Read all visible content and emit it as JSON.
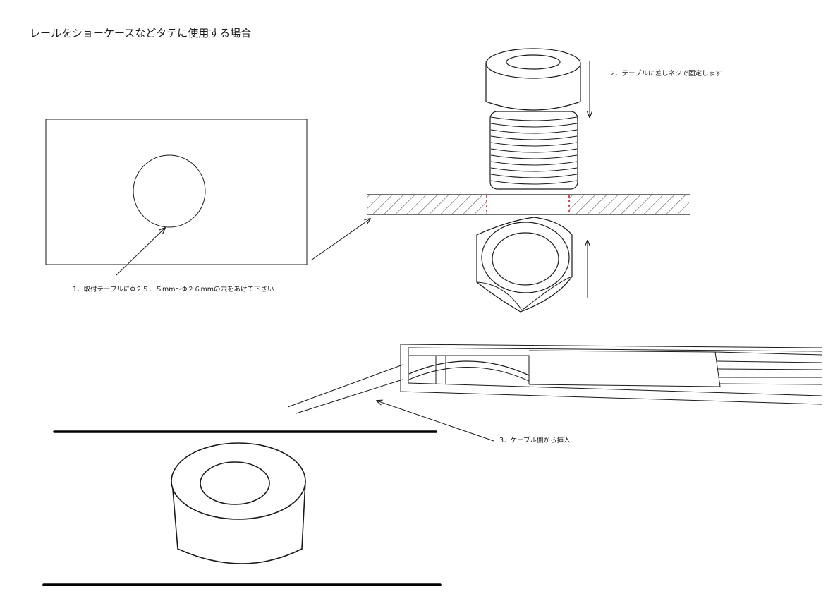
{
  "title": "レールをショーケースなどタテに使用する場合",
  "steps": {
    "step1": "1．取付テーブルにΦ２５．５mm～Φ２６mmの穴をあけて下さい",
    "step2": "2．テーブルに差しネジで固定します",
    "step3": "3．ケーブル側から挿入"
  },
  "colors": {
    "line": "#1a1a1a",
    "hole_edge": "#cc1f1f"
  }
}
